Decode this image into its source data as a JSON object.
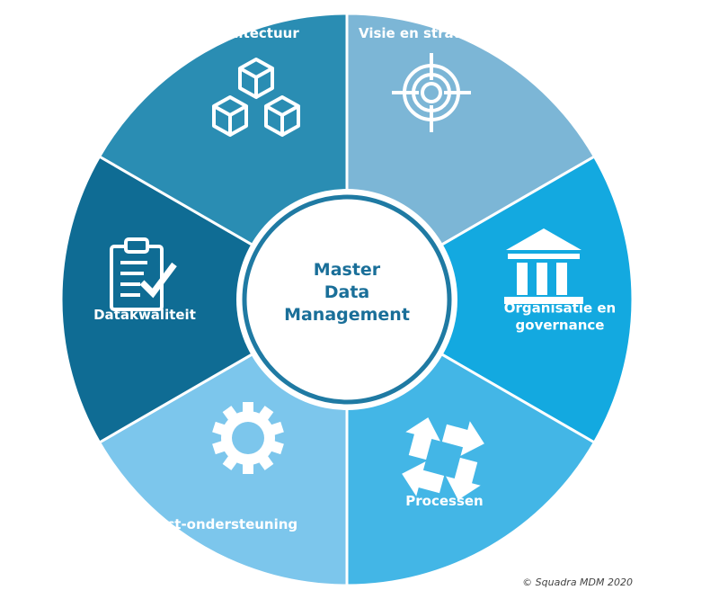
{
  "center": {
    "lines": [
      "Master",
      "Data",
      "Management"
    ]
  },
  "segments": [
    {
      "key": "visie",
      "label_lines": [
        "Visie en strategie"
      ],
      "icon": "target-icon",
      "color": "#7cb6d6"
    },
    {
      "key": "organisatie",
      "label_lines": [
        "Organisatie en",
        "governance"
      ],
      "icon": "bank-building-icon",
      "color": "#13a9e0"
    },
    {
      "key": "processen",
      "label_lines": [
        "Processen"
      ],
      "icon": "cycle-arrows-icon",
      "color": "#43b6e6"
    },
    {
      "key": "ict",
      "label_lines": [
        "Ict-ondersteuning"
      ],
      "icon": "gear-icon",
      "color": "#7cc6ec"
    },
    {
      "key": "datakwaliteit",
      "label_lines": [
        "Datakwaliteit"
      ],
      "icon": "clipboard-check-icon",
      "color": "#0f6c94"
    },
    {
      "key": "architectuur",
      "label_lines": [
        "Data-architectuur"
      ],
      "icon": "cubes-icon",
      "color": "#2a8db3"
    }
  ],
  "colors": {
    "center_ring": "#1f7aa3",
    "center_text": "#1a6f99"
  },
  "copyright": "© Squadra MDM 2020"
}
